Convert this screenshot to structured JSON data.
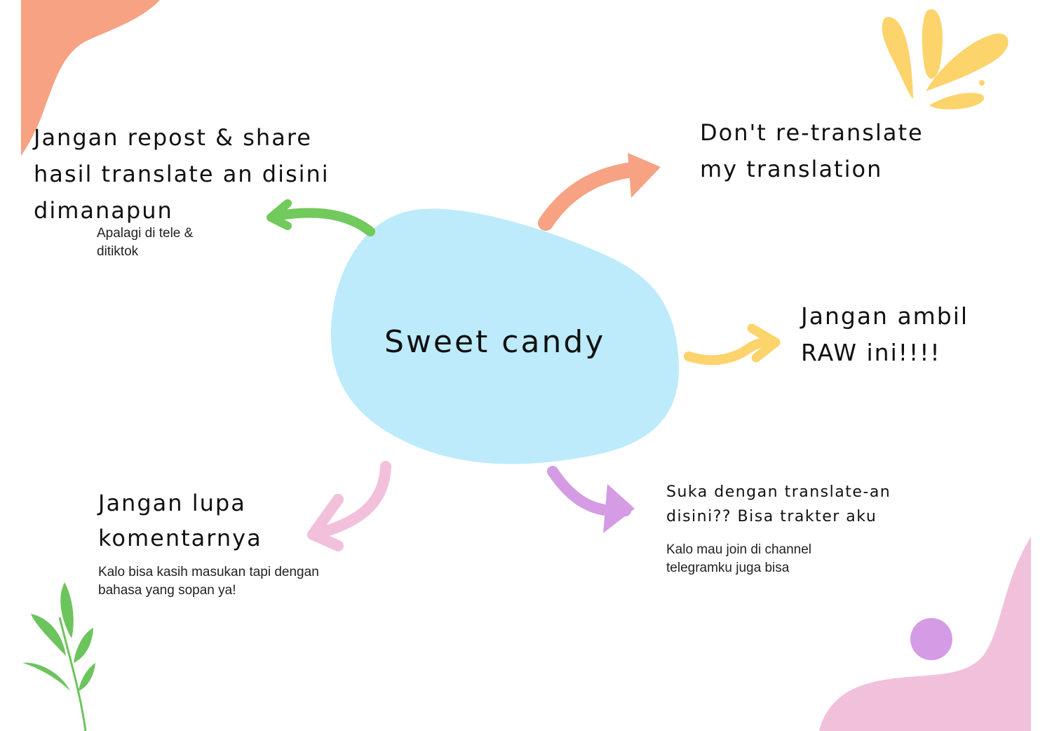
{
  "center": {
    "title": "Sweet candy"
  },
  "notes": {
    "top_left": {
      "lines": [
        "Jangan repost  & share",
        "hasil translate an disini",
        "dimanapun"
      ],
      "sub_lines": [
        "Apalagi di tele &",
        "ditiktok"
      ]
    },
    "top_right": {
      "lines": [
        "Don't re-translate",
        "my translation"
      ]
    },
    "right": {
      "lines": [
        "Jangan ambil",
        "RAW ini!!!!"
      ]
    },
    "bottom_left": {
      "lines": [
        "Jangan lupa",
        "komentarnya"
      ],
      "sub_lines": [
        "Kalo bisa kasih masukan tapi dengan",
        "bahasa yang sopan ya!"
      ]
    },
    "bottom_right": {
      "lines": [
        "Suka dengan translate-an",
        "disini?? Bisa trakter aku"
      ],
      "sub_lines": [
        "Kalo mau join di channel",
        "telegramku juga bisa"
      ]
    }
  },
  "colors": {
    "blob": "#bdebfb",
    "arrow_green": "#72c95c",
    "arrow_orange": "#f6a283",
    "arrow_yellow": "#fdd36b",
    "arrow_pink": "#f3c0dc",
    "arrow_purple": "#d59be4",
    "corner_orange": "#f6a283",
    "corner_pink": "#f1c1dc",
    "splash_yellow": "#fdd36b",
    "dot_purple": "#d59be4",
    "leaf_green": "#6cc45d"
  }
}
